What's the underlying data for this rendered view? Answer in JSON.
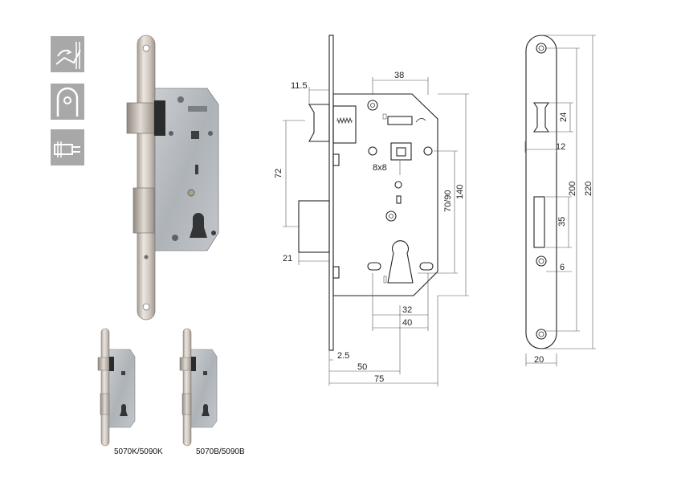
{
  "icons": [
    {
      "name": "door-handing-icon"
    },
    {
      "name": "round-faceplate-icon"
    },
    {
      "name": "screw-fixing-icon"
    }
  ],
  "captions": {
    "left": "5070K/5090K",
    "right": "5070B/5090B"
  },
  "dims_front": {
    "d_11_5": "11.5",
    "d_38": "38",
    "d_72": "72",
    "d_8x8": "8x8",
    "d_70_90": "70/90",
    "d_140": "140",
    "d_21": "21",
    "d_32": "32",
    "d_40": "40",
    "d_2_5": "2.5",
    "d_50": "50",
    "d_75": "75"
  },
  "dims_strike": {
    "d_24": "24",
    "d_12": "12",
    "d_200": "200",
    "d_220": "220",
    "d_35": "35",
    "d_6": "6",
    "d_20": "20"
  },
  "colors": {
    "icon_bg": "#a8a8a8",
    "plate_metal": "#cfc6bd",
    "case_metal": "#b9bdc2"
  }
}
